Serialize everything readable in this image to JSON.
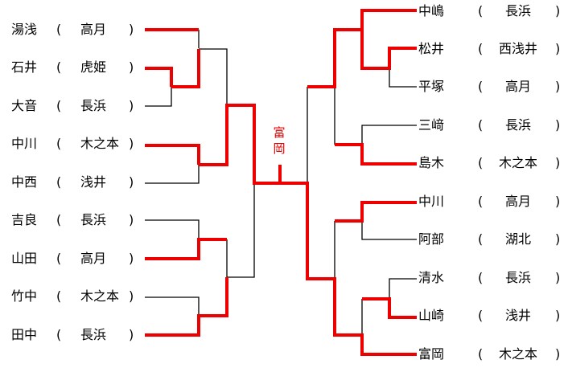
{
  "left": [
    {
      "name": "湯浅",
      "school": "高月"
    },
    {
      "name": "石井",
      "school": "虎姫"
    },
    {
      "name": "大音",
      "school": "長浜"
    },
    {
      "name": "中川",
      "school": "木之本"
    },
    {
      "name": "中西",
      "school": "浅井"
    },
    {
      "name": "吉良",
      "school": "長浜"
    },
    {
      "name": "山田",
      "school": "高月"
    },
    {
      "name": "竹中",
      "school": "木之本"
    },
    {
      "name": "田中",
      "school": "長浜"
    }
  ],
  "right": [
    {
      "name": "中嶋",
      "school": "長浜"
    },
    {
      "name": "松井",
      "school": "西浅井"
    },
    {
      "name": "平塚",
      "school": "高月"
    },
    {
      "name": "三﨑",
      "school": "長浜"
    },
    {
      "name": "島木",
      "school": "木之本"
    },
    {
      "name": "中川",
      "school": "高月"
    },
    {
      "name": "阿部",
      "school": "湖北"
    },
    {
      "name": "清水",
      "school": "長浜"
    },
    {
      "name": "山崎",
      "school": "浅井"
    },
    {
      "name": "富岡",
      "school": "木之本"
    }
  ],
  "champion": "富岡",
  "paren_open": "(",
  "paren_close": ")",
  "colors": {
    "winner": "#ee0000",
    "line": "#000000"
  }
}
